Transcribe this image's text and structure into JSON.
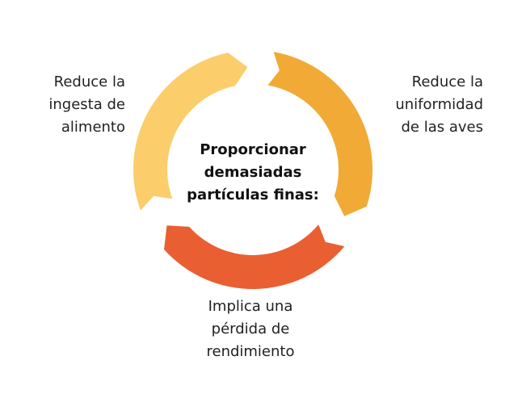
{
  "diagram": {
    "center": {
      "lines": [
        "Proporcionar",
        "demasiadas",
        "partículas finas:"
      ]
    },
    "segments": [
      {
        "id": "right",
        "color": "#F1AA35",
        "label_lines": [
          "Reduce la",
          "uniformidad",
          "de las aves"
        ]
      },
      {
        "id": "bottom",
        "color": "#E95F32",
        "label_lines": [
          "Implica una",
          "pérdida de",
          "rendimiento"
        ]
      },
      {
        "id": "left",
        "color": "#FCCD6B",
        "label_lines": [
          "Reduce la",
          "ingesta de",
          "alimento"
        ]
      }
    ]
  }
}
